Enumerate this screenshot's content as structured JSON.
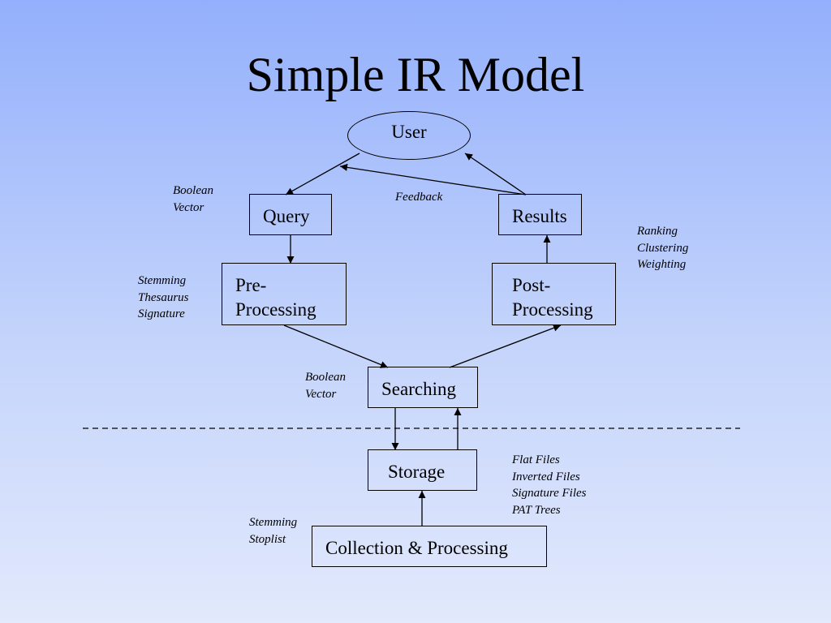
{
  "title": "Simple IR Model",
  "nodes": {
    "user": "User",
    "query": "Query",
    "results": "Results",
    "pre_processing": [
      "Pre-",
      "Processing"
    ],
    "post_processing": [
      "Post-",
      "Processing"
    ],
    "searching": "Searching",
    "storage": "Storage",
    "collection": "Collection & Processing"
  },
  "annotations": {
    "query_models": [
      "Boolean",
      "Vector"
    ],
    "feedback": "Feedback",
    "results_ops": [
      "Ranking",
      "Clustering",
      "Weighting"
    ],
    "pre_processing_ops": [
      "Stemming",
      "Thesaurus",
      "Signature"
    ],
    "search_models": [
      "Boolean",
      "Vector"
    ],
    "storage_types": [
      "Flat Files",
      "Inverted Files",
      "Signature Files",
      "PAT Trees"
    ],
    "collection_ops": [
      "Stemming",
      "Stoplist"
    ]
  }
}
